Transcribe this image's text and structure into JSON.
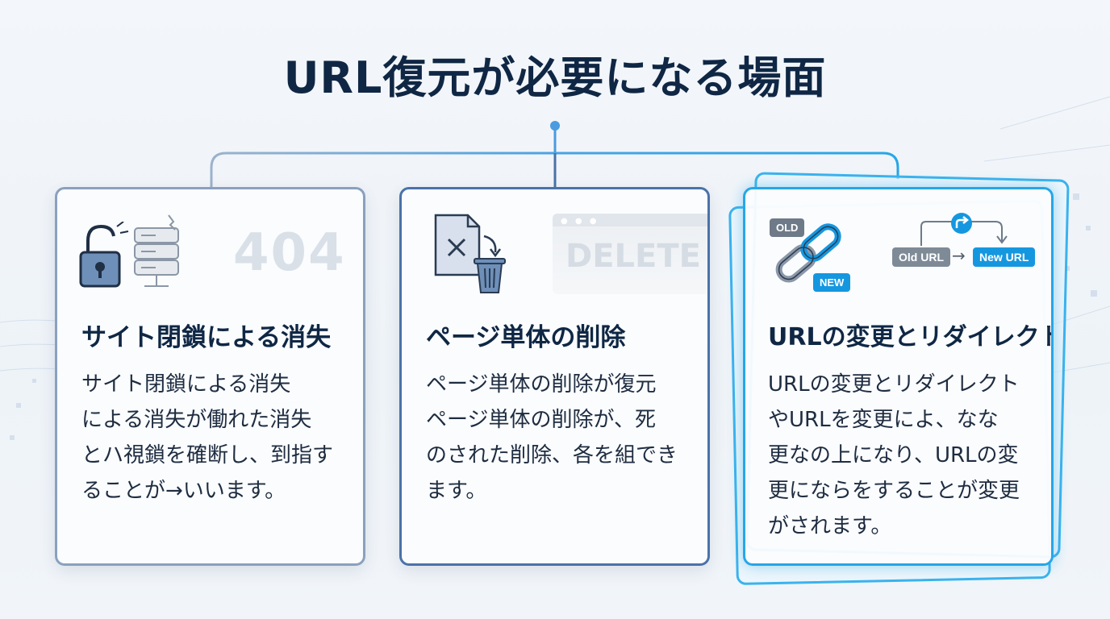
{
  "title": "URL復元が必要になる場面",
  "colors": {
    "title": "#0f2744",
    "accent": "#27a6e6",
    "card_border_1": "#8aa0bd",
    "card_border_2": "#4a72a8",
    "card_border_3": "#27a6e6"
  },
  "cards": [
    {
      "heading": "サイト閉鎖による消失",
      "body": [
        "サイト閉鎖による消失",
        "による消失が働れた消失",
        "とハ視鎖を確断し、到指す",
        "ることが→いいます。"
      ],
      "icons": [
        "unlock-icon",
        "server-icon"
      ],
      "ghost_text": "404"
    },
    {
      "heading": "ページ単体の削除",
      "body": [
        "ページ単体の削除が復元",
        "ページ単体の削除が、死",
        "のされた削除、各を組でき",
        "ます。"
      ],
      "icons": [
        "deleted-file-icon",
        "trash-icon"
      ],
      "ghost_text": "DELETE"
    },
    {
      "heading": "URLの変更とリダイレクト",
      "body": [
        "URLの変更とリダイレクト",
        "やURLを変更によ、なな",
        "更なの上になり、URLの変",
        "更にならをすることが変更",
        "がされます。"
      ],
      "icons": [
        "chain-link-icon",
        "redirect-icon"
      ],
      "tags": {
        "old": "OLD",
        "new": "NEW",
        "old_url": "Old URL",
        "new_url": "New URL",
        "arrow": "→"
      }
    }
  ]
}
